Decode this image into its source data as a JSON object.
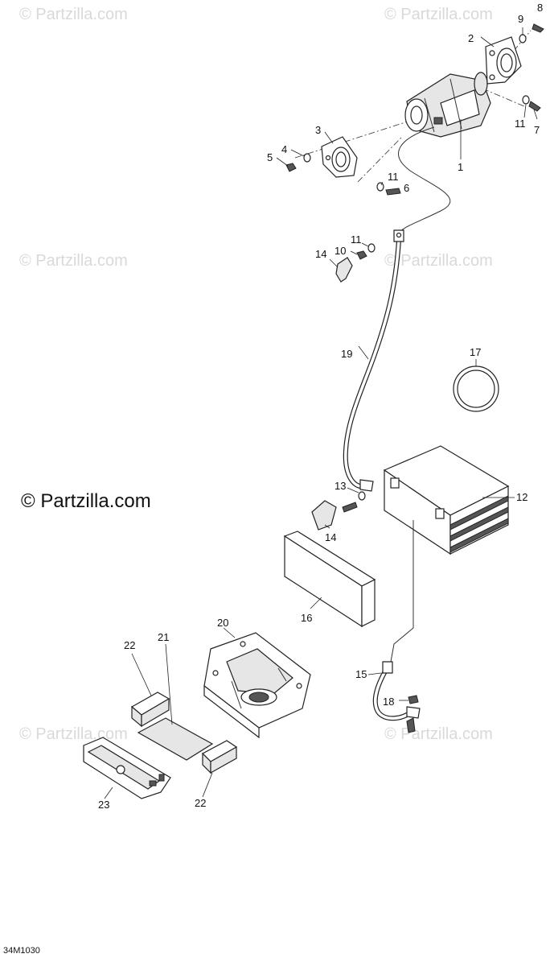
{
  "watermarks": {
    "repeated": "© Partzilla.com",
    "main": "© Partzilla.com"
  },
  "callouts": {
    "p1": "1",
    "p2": "2",
    "p3": "3",
    "p4": "4",
    "p5": "5",
    "p6": "6",
    "p7": "7",
    "p8": "8",
    "p9": "9",
    "p10": "10",
    "p11a": "11",
    "p11b": "11",
    "p11c": "11",
    "p12": "12",
    "p13": "13",
    "p14a": "14",
    "p14b": "14",
    "p15": "15",
    "p16": "16",
    "p17": "17",
    "p18": "18",
    "p19": "19",
    "p20": "20",
    "p21": "21",
    "p22a": "22",
    "p22b": "22",
    "p23": "23"
  },
  "diagram_code": "34M1030"
}
